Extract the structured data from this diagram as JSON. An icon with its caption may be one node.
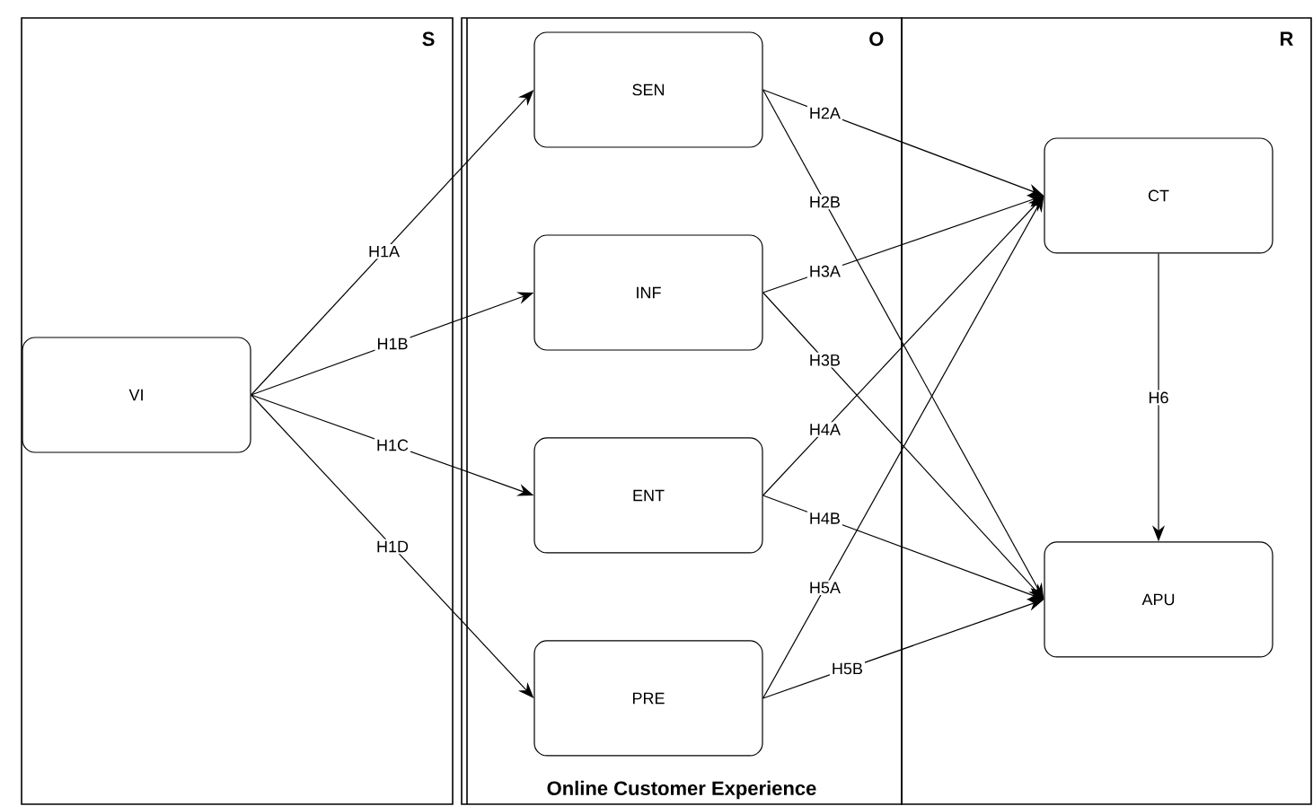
{
  "diagram": {
    "nodes": [
      {
        "text": [
          "S"
        ]
      },
      {
        "text": [
          "VI"
        ],
        "in": 0
      },
      {
        "text": [
          "O",
          "Online Customer Experience"
        ]
      },
      {
        "text": [
          "SEN"
        ],
        "in": 2
      },
      {
        "text": [
          "INF"
        ],
        "in": 2
      },
      {
        "text": [
          "ENT"
        ],
        "in": 2
      },
      {
        "text": [
          "PRE"
        ],
        "in": 2
      },
      {
        "text": [
          "R"
        ]
      },
      {
        "text": [
          "CT"
        ],
        "in": 7
      },
      {
        "text": [
          "APU"
        ],
        "in": 7
      }
    ],
    "edges": [
      {
        "from": 1,
        "to": 3,
        "arrow": "to",
        "label": "H1A"
      },
      {
        "from": 1,
        "to": 4,
        "arrow": "to",
        "label": "H1B"
      },
      {
        "from": 1,
        "to": 5,
        "arrow": "to",
        "label": "H1C"
      },
      {
        "from": 1,
        "to": 6,
        "arrow": "to",
        "label": "H1D"
      },
      {
        "from": 3,
        "to": 8,
        "arrow": "to",
        "label": "H2A"
      },
      {
        "from": 3,
        "to": 9,
        "arrow": "to",
        "label": "H2B"
      },
      {
        "from": 4,
        "to": 8,
        "arrow": "to",
        "label": "H3A"
      },
      {
        "from": 4,
        "to": 9,
        "arrow": "to",
        "label": "H3B"
      },
      {
        "from": 5,
        "to": 8,
        "arrow": "to",
        "label": "H4A"
      },
      {
        "from": 5,
        "to": 9,
        "arrow": "to",
        "label": "H4B"
      },
      {
        "from": 6,
        "to": 8,
        "arrow": "to",
        "label": "H5A"
      },
      {
        "from": 6,
        "to": 9,
        "arrow": "to",
        "label": "H5B"
      },
      {
        "from": 8,
        "to": 9,
        "arrow": "to",
        "label": "H6"
      }
    ]
  }
}
